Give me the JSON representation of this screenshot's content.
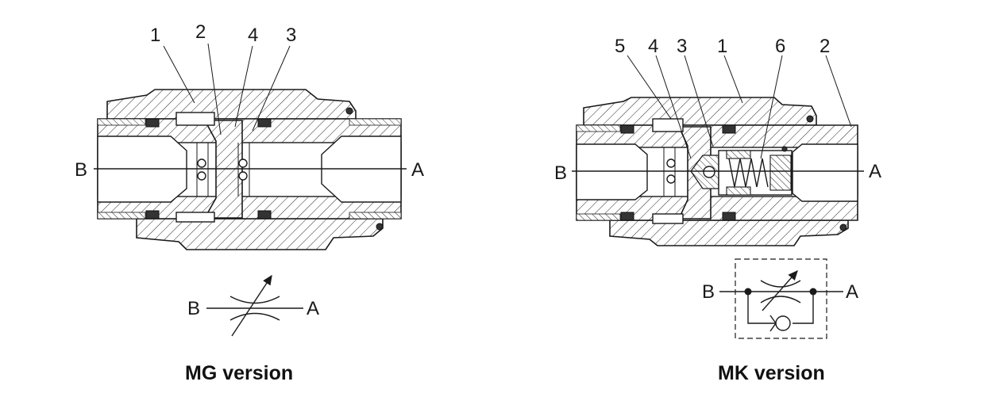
{
  "mg": {
    "caption": "MG version",
    "callouts": [
      "1",
      "2",
      "4",
      "3"
    ],
    "port_left": "B",
    "port_right": "A",
    "symbol_left": "B",
    "symbol_right": "A"
  },
  "mk": {
    "caption": "MK version",
    "callouts": [
      "5",
      "4",
      "3",
      "1",
      "6",
      "2"
    ],
    "port_left": "B",
    "port_right": "A",
    "symbol_left": "B",
    "symbol_right": "A"
  }
}
